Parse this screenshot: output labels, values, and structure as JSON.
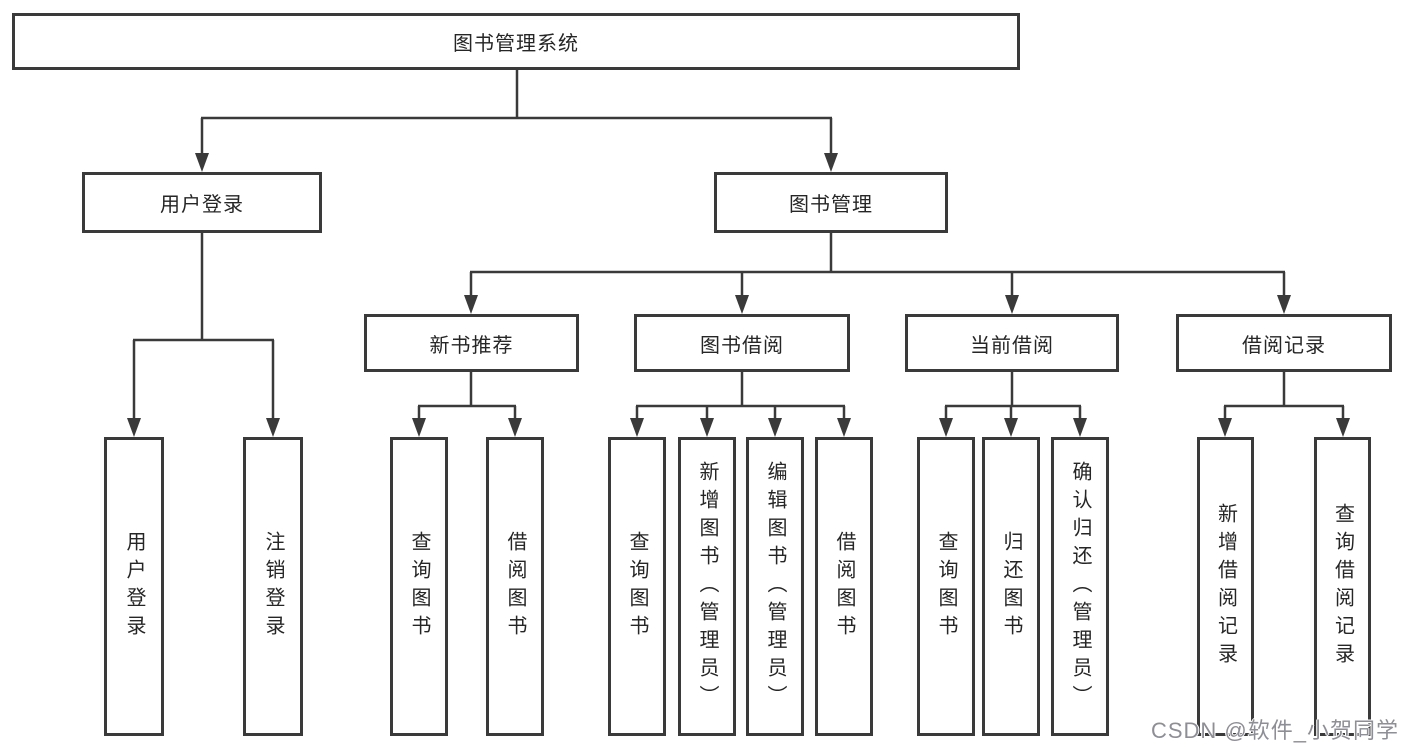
{
  "diagram_title": "图书管理系统",
  "nodes": {
    "root": "图书管理系统",
    "user_login": "用户登录",
    "book_mgmt": "图书管理",
    "new_book_rec": "新书推荐",
    "book_borrowing": "图书借阅",
    "current_borrowing": "当前借阅",
    "borrow_records": "借阅记录",
    "leaf_user_login": "用户登录",
    "leaf_logout": "注销登录",
    "leaf_nb_query": "查询图书",
    "leaf_nb_borrow": "借阅图书",
    "leaf_bb_query": "查询图书",
    "leaf_bb_add": "新增图书（管理员）",
    "leaf_bb_edit": "编辑图书（管理员）",
    "leaf_bb_borrow": "借阅图书",
    "leaf_cb_query": "查询图书",
    "leaf_cb_return": "归还图书",
    "leaf_cb_confirm": "确认归还（管理员）",
    "leaf_br_add": "新增借阅记录",
    "leaf_br_query": "查询借阅记录"
  },
  "watermark": "CSDN @软件_小贺同学",
  "colors": {
    "line": "#3a3a3a",
    "box_border": "#3a3a3a",
    "box_fill": "#ffffff",
    "text": "#262626",
    "background": "#ffffff",
    "watermark": "#8e8e96"
  }
}
